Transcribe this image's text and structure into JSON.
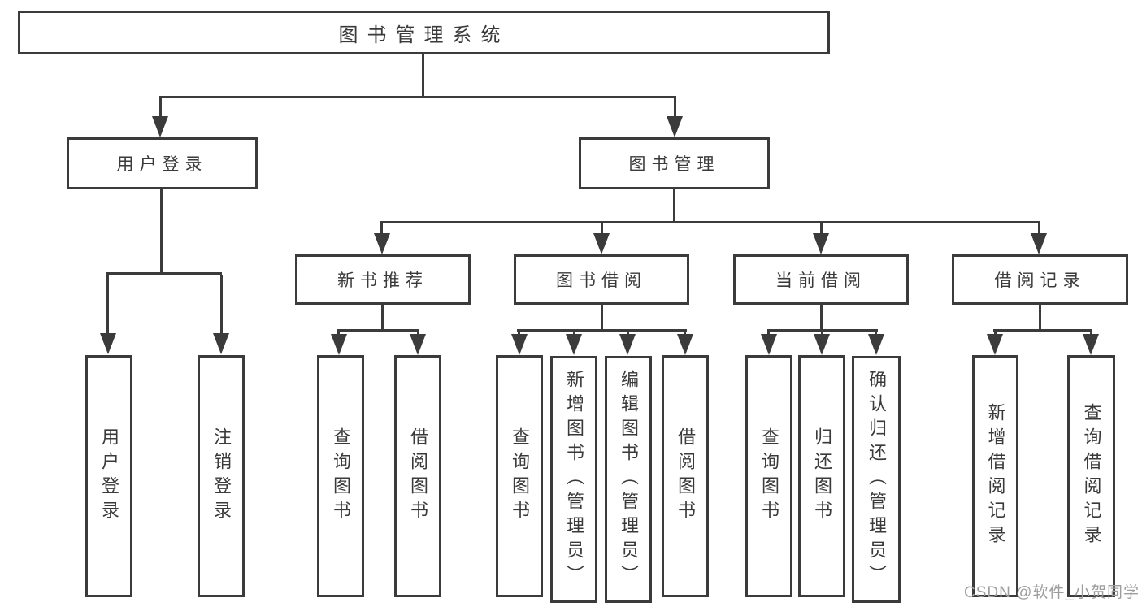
{
  "diagram": {
    "root": {
      "label": "图书管理系统"
    },
    "branches": [
      {
        "label": "用户登录",
        "children": [
          {
            "label": "用户登录"
          },
          {
            "label": "注销登录"
          }
        ]
      },
      {
        "label": "图书管理",
        "groups": [
          {
            "label": "新书推荐",
            "children": [
              {
                "label": "查询图书"
              },
              {
                "label": "借阅图书"
              }
            ]
          },
          {
            "label": "图书借阅",
            "children": [
              {
                "label": "查询图书"
              },
              {
                "label": "新增图书（管理员）"
              },
              {
                "label": "编辑图书（管理员）"
              },
              {
                "label": "借阅图书"
              }
            ]
          },
          {
            "label": "当前借阅",
            "children": [
              {
                "label": "查询图书"
              },
              {
                "label": "归还图书"
              },
              {
                "label": "确认归还（管理员）"
              }
            ]
          },
          {
            "label": "借阅记录",
            "children": [
              {
                "label": "新增借阅记录"
              },
              {
                "label": "查询借阅记录"
              }
            ]
          }
        ]
      }
    ]
  },
  "watermark": {
    "text": "CSDN @软件_小贺同学"
  },
  "colors": {
    "line": "#3b3b3b",
    "text": "#3a3a3a",
    "background": "#ffffff",
    "watermark": "#9d9d9d"
  }
}
